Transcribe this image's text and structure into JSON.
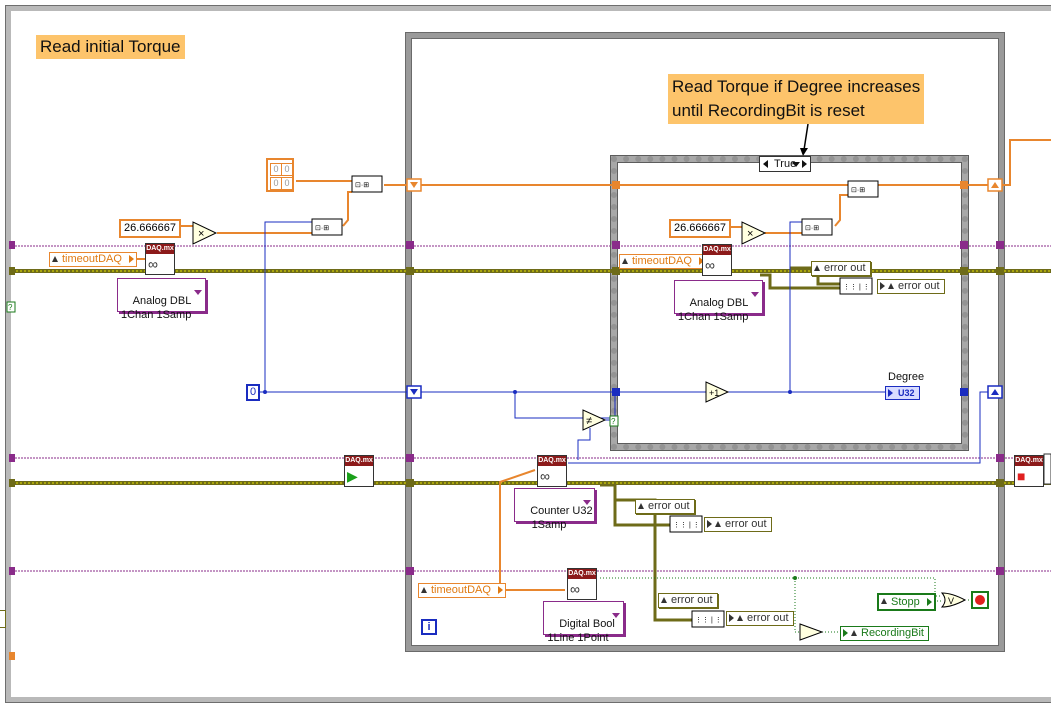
{
  "notes": {
    "initial": "Read initial Torque",
    "loop": "Read Torque if Degree increases\nuntil RecordingBit is reset"
  },
  "constants": {
    "scale_outer": "26.666667",
    "scale_inner": "26.666667",
    "zero": "0",
    "array_cells": [
      "0",
      "0",
      "0",
      "0"
    ]
  },
  "controls": {
    "timeout_outer": "timeoutDAQ",
    "timeout_inner": "timeoutDAQ",
    "timeout_bottom": "timeoutDAQ",
    "stopp": "Stopp"
  },
  "daq_vis": {
    "header": "DAQ.mx",
    "analog_outer": "Analog DBL\n1Chan 1Samp",
    "analog_inner": "Analog DBL\n1Chan 1Samp",
    "counter": "Counter U32\n1Samp",
    "digital": "Digital Bool\n1Line 1Point"
  },
  "error_clusters": {
    "inner_ind": "error out",
    "inner_ctl": "error out",
    "mid_ind": "error out",
    "mid_ctl": "error out",
    "bottom_ind": "error out",
    "bottom_ctl": "error out"
  },
  "indicators": {
    "degree_label": "Degree",
    "degree_type": "U32",
    "recording_bit": "RecordingBit"
  },
  "case_structure": {
    "selector": "True"
  },
  "loop": {
    "iteration": "i"
  },
  "colors": {
    "dbl_wire": "#e8862e",
    "int_wire": "#1a2cc0",
    "task_wire": "#8a2b8a",
    "error_wire": "#6e6b18",
    "bool_wire": "#1a7a1a",
    "note_bg": "#fdc46b"
  }
}
